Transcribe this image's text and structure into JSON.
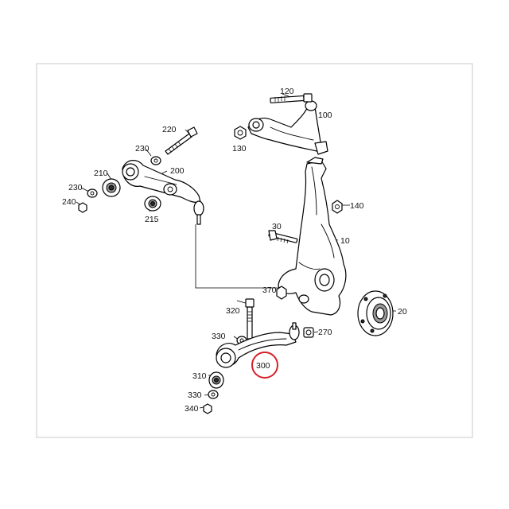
{
  "diagram": {
    "highlight_color": "#d6202a",
    "highlighted_part": "300",
    "parts": [
      {
        "id": "part-10",
        "label": "10"
      },
      {
        "id": "part-20",
        "label": "20"
      },
      {
        "id": "part-30",
        "label": "30"
      },
      {
        "id": "part-100",
        "label": "100"
      },
      {
        "id": "part-120",
        "label": "120"
      },
      {
        "id": "part-130",
        "label": "130"
      },
      {
        "id": "part-140",
        "label": "140"
      },
      {
        "id": "part-200",
        "label": "200"
      },
      {
        "id": "part-210",
        "label": "210"
      },
      {
        "id": "part-215",
        "label": "215"
      },
      {
        "id": "part-220",
        "label": "220"
      },
      {
        "id": "part-230a",
        "label": "230"
      },
      {
        "id": "part-230b",
        "label": "230"
      },
      {
        "id": "part-240",
        "label": "240"
      },
      {
        "id": "part-270",
        "label": "270"
      },
      {
        "id": "part-300",
        "label": "300"
      },
      {
        "id": "part-310",
        "label": "310"
      },
      {
        "id": "part-320",
        "label": "320"
      },
      {
        "id": "part-330a",
        "label": "330"
      },
      {
        "id": "part-330b",
        "label": "330"
      },
      {
        "id": "part-340",
        "label": "340"
      },
      {
        "id": "part-370",
        "label": "370"
      }
    ]
  }
}
